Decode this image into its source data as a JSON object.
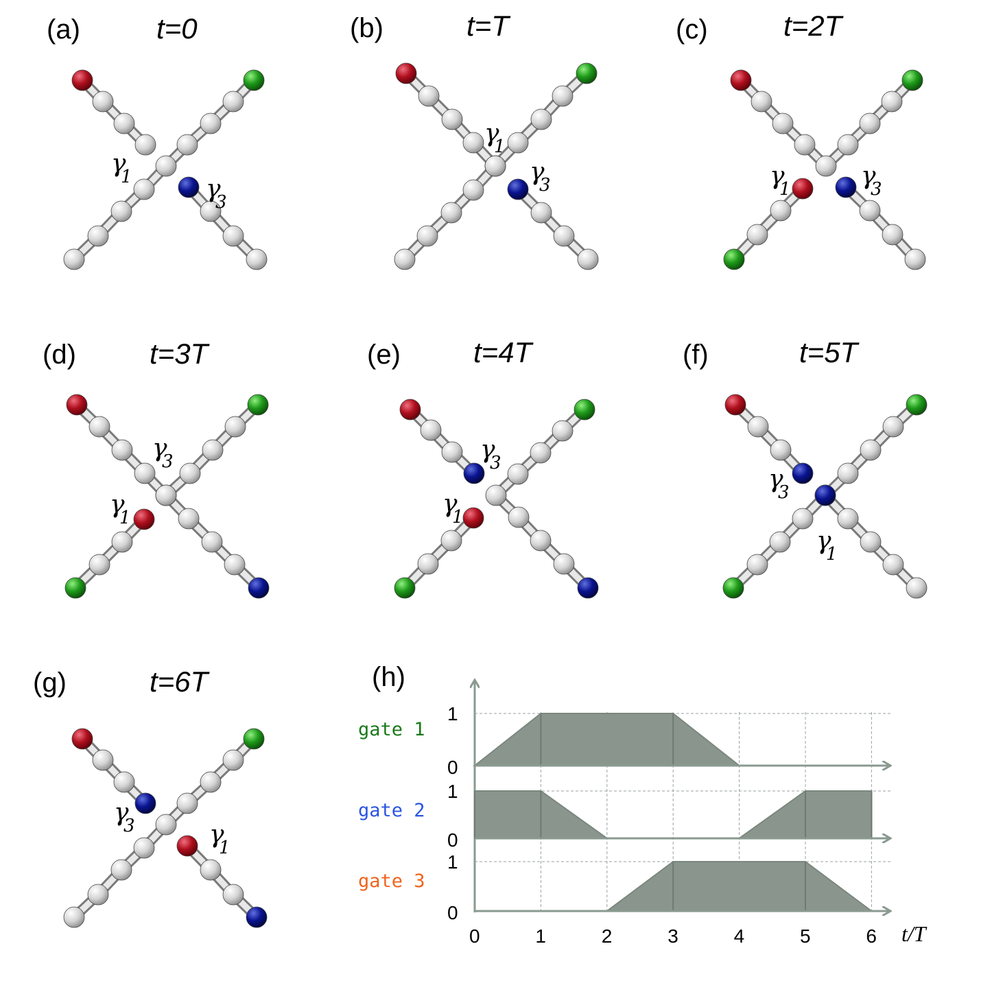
{
  "colors": {
    "red_end": "#b0101e",
    "green_end": "#1e9a1a",
    "blue_end": "#0a1490",
    "site": "#d6d6d6",
    "pink_center": "#e8a0aa",
    "lightblue_center": "#9ab8f0",
    "fill": "#8a968d",
    "axis": "#8a9a90",
    "gate1": "#1a7a1a",
    "gate2": "#2a55e0",
    "gate3": "#f0641e"
  },
  "panels": [
    {
      "label": "(a)",
      "time": "t=0",
      "gamma1": {
        "sym": "γ",
        "sub": "1"
      },
      "gamma3": {
        "sym": "γ",
        "sub": "3"
      }
    },
    {
      "label": "(b)",
      "time": "t=T",
      "gamma1": {
        "sym": "γ",
        "sub": "1"
      },
      "gamma3": {
        "sym": "γ",
        "sub": "3"
      }
    },
    {
      "label": "(c)",
      "time": "t=2T",
      "gamma1": {
        "sym": "γ",
        "sub": "1"
      },
      "gamma3": {
        "sym": "γ",
        "sub": "3"
      }
    },
    {
      "label": "(d)",
      "time": "t=3T",
      "gamma1": {
        "sym": "γ",
        "sub": "1"
      },
      "gamma3": {
        "sym": "γ",
        "sub": "3"
      }
    },
    {
      "label": "(e)",
      "time": "t=4T",
      "gamma1": {
        "sym": "γ",
        "sub": "1"
      },
      "gamma3": {
        "sym": "γ",
        "sub": "3"
      }
    },
    {
      "label": "(f)",
      "time": "t=5T",
      "gamma1": {
        "sym": "γ",
        "sub": "1"
      },
      "gamma3": {
        "sym": "γ",
        "sub": "3"
      }
    },
    {
      "label": "(g)",
      "time": "t=6T",
      "gamma1": {
        "sym": "γ",
        "sub": "1"
      },
      "gamma3": {
        "sym": "γ",
        "sub": "3"
      }
    }
  ],
  "chart_data": {
    "type": "area",
    "panel_label": "(h)",
    "xlabel": "t/T",
    "x_ticks": [
      "0",
      "1",
      "2",
      "3",
      "4",
      "5",
      "6"
    ],
    "y_ticks": [
      "0",
      "1"
    ],
    "xlim": [
      0,
      6
    ],
    "ylim": [
      0,
      1
    ],
    "grid": true,
    "series": [
      {
        "name": "gate 1",
        "x": [
          0,
          1,
          3,
          4,
          6
        ],
        "values": [
          0,
          1,
          1,
          0,
          0
        ]
      },
      {
        "name": "gate 2",
        "x": [
          0,
          1,
          2,
          4,
          5,
          6
        ],
        "values": [
          1,
          1,
          0,
          0,
          1,
          1
        ]
      },
      {
        "name": "gate 3",
        "x": [
          0,
          2,
          3,
          5,
          6
        ],
        "values": [
          0,
          0,
          1,
          1,
          0
        ]
      }
    ]
  }
}
